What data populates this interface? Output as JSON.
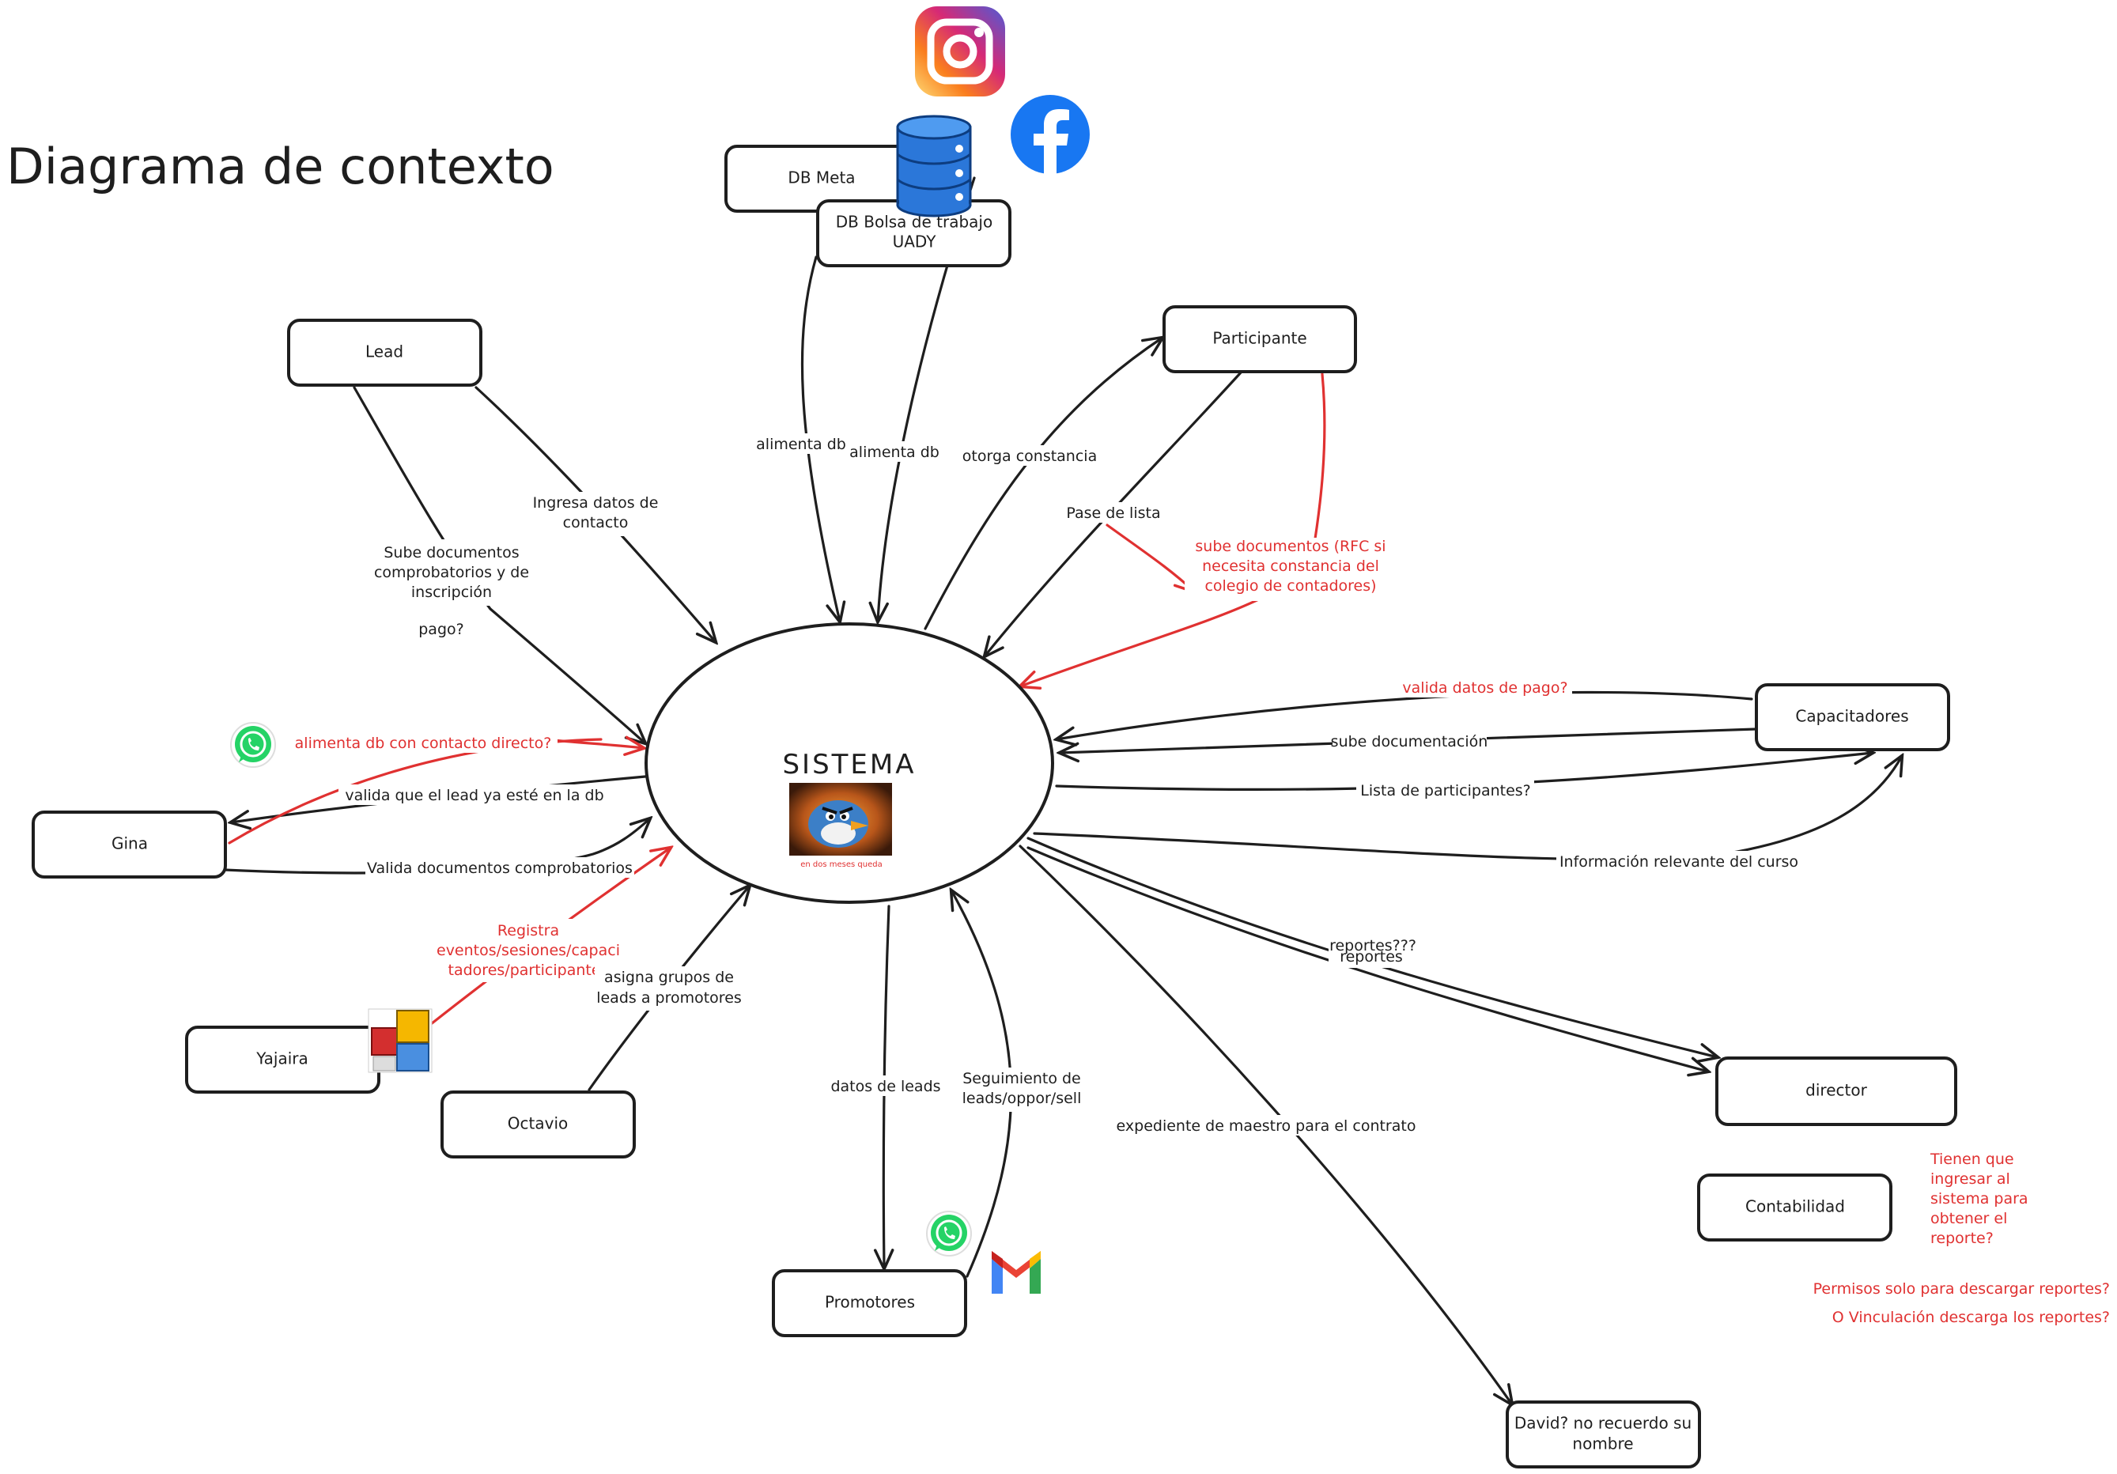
{
  "title": "Diagrama de contexto",
  "center": {
    "label": "SISTEMA",
    "image_caption": "en dos meses queda"
  },
  "nodes": {
    "db_meta": "DB Meta",
    "db_bolsa_1": "DB Bolsa de trabajo",
    "db_bolsa_2": "UADY",
    "participante": "Participante",
    "lead": "Lead",
    "gina": "Gina",
    "yajaira": "Yajaira",
    "octavio": "Octavio",
    "promotores": "Promotores",
    "capacitadores": "Capacitadores",
    "director": "director",
    "contabilidad": "Contabilidad",
    "david_1": "David? no recuerdo su",
    "david_2": "nombre"
  },
  "edges": {
    "alimenta_db_meta": "alimenta db",
    "alimenta_db_bolsa": "alimenta db",
    "otorga_constancia": "otorga constancia",
    "pase_de_lista": "Pase de lista",
    "sube_docs_participante": [
      "sube documentos (RFC si",
      "necesita constancia del",
      "colegio de contadores)"
    ],
    "ingresa_datos": [
      "Ingresa datos de",
      "contacto"
    ],
    "sube_docs_lead": [
      "Sube documentos",
      "comprobatorios y de",
      "inscripción"
    ],
    "pago": "pago?",
    "alimenta_contacto_directo": "alimenta db con contacto directo?",
    "valida_lead": "valida que el lead ya esté en la db",
    "valida_documentos": "Valida documentos comprobatorios",
    "registra_eventos": [
      "Registra",
      "eventos/sesiones/capaci",
      "tadores/participantes"
    ],
    "asigna_grupos": [
      "asigna grupos de",
      "leads a promotores"
    ],
    "datos_de_leads": "datos de leads",
    "seguimiento": [
      "Seguimiento de",
      "leads/oppor/sell"
    ],
    "expediente_maestro": "expediente de maestro para el contrato",
    "valida_pago": "valida datos de pago?",
    "sube_documentacion": "sube documentación",
    "lista_participantes": "Lista de participantes?",
    "informacion_curso": "Información relevante del curso",
    "reportes_q": "reportes???",
    "reportes": "reportes"
  },
  "notes": {
    "contabilidad_note": [
      "Tienen que",
      "ingresar al",
      "sistema para",
      "obtener el",
      "reporte?"
    ],
    "permisos": "Permisos solo para descargar reportes?",
    "vinculacion": "O Vinculación descarga los reportes?"
  },
  "icons": [
    "instagram-icon",
    "facebook-icon",
    "database-icon",
    "whatsapp-icon",
    "whatsapp-icon",
    "gmail-icon",
    "office-icon",
    "angry-bird-image"
  ],
  "colors": {
    "stroke": "#1e1e1e",
    "red": "#e03131",
    "background": "#ffffff"
  }
}
